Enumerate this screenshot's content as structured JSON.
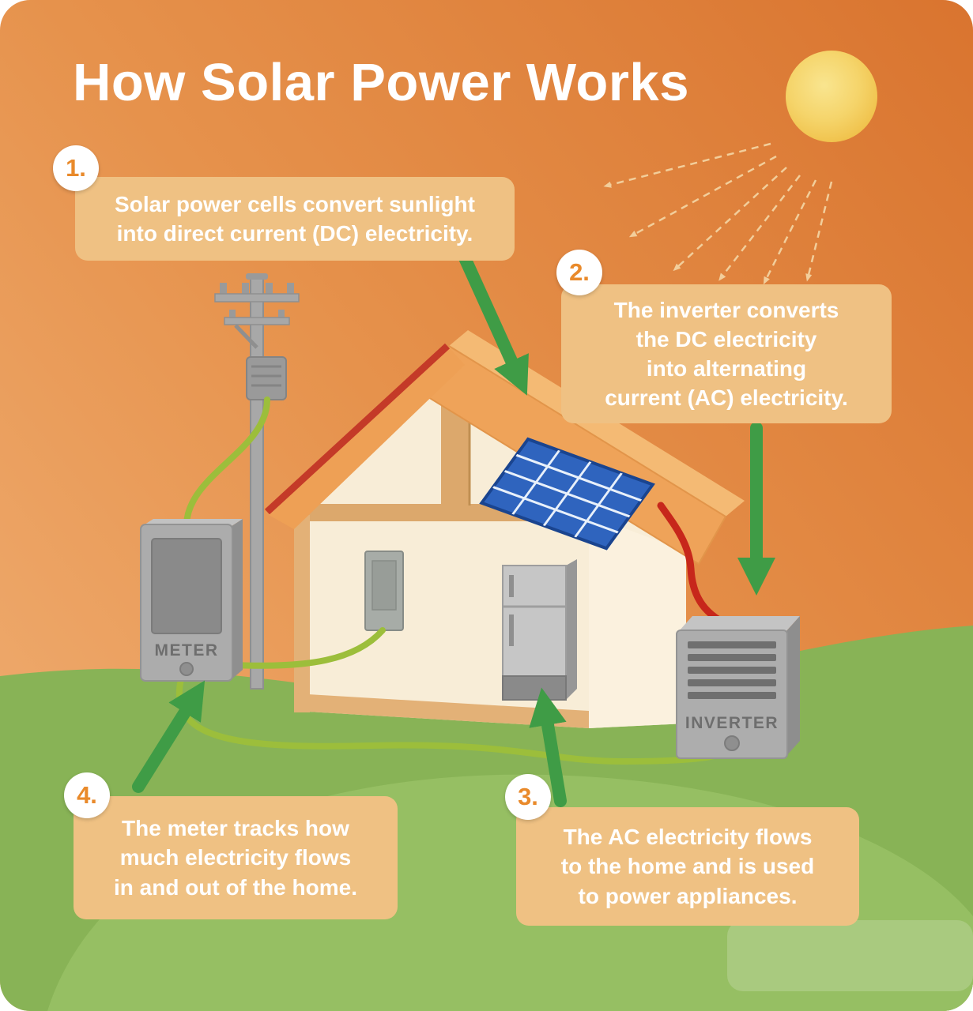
{
  "title": "How Solar Power Works",
  "steps": [
    {
      "number": "1.",
      "text": "Solar power cells convert sunlight\ninto direct current (DC) electricity."
    },
    {
      "number": "2.",
      "text": "The inverter converts\nthe DC electricity\ninto alternating\ncurrent (AC) electricity."
    },
    {
      "number": "3.",
      "text": "The AC electricity flows\nto the home and is used\nto power appliances."
    },
    {
      "number": "4.",
      "text": "The meter tracks how\nmuch electricity flows\nin and out of the home."
    }
  ],
  "labels": {
    "meter": "METER",
    "inverter": "INVERTER"
  },
  "colors": {
    "background_dark": "#D9742F",
    "background_light": "#EFAC70",
    "grass": "#88B356",
    "grass_light": "#96BF63",
    "callout_bg": "#EFC183",
    "callout_text": "#FFFFFF",
    "badge_text": "#E98A2B",
    "arrow_green": "#3F9C46",
    "sun_gold": "#F2C44F",
    "wire_green": "#9CBE3B",
    "wire_red": "#C7271B",
    "roof_orange": "#EFA359",
    "panel_blue": "#2F64BE"
  }
}
